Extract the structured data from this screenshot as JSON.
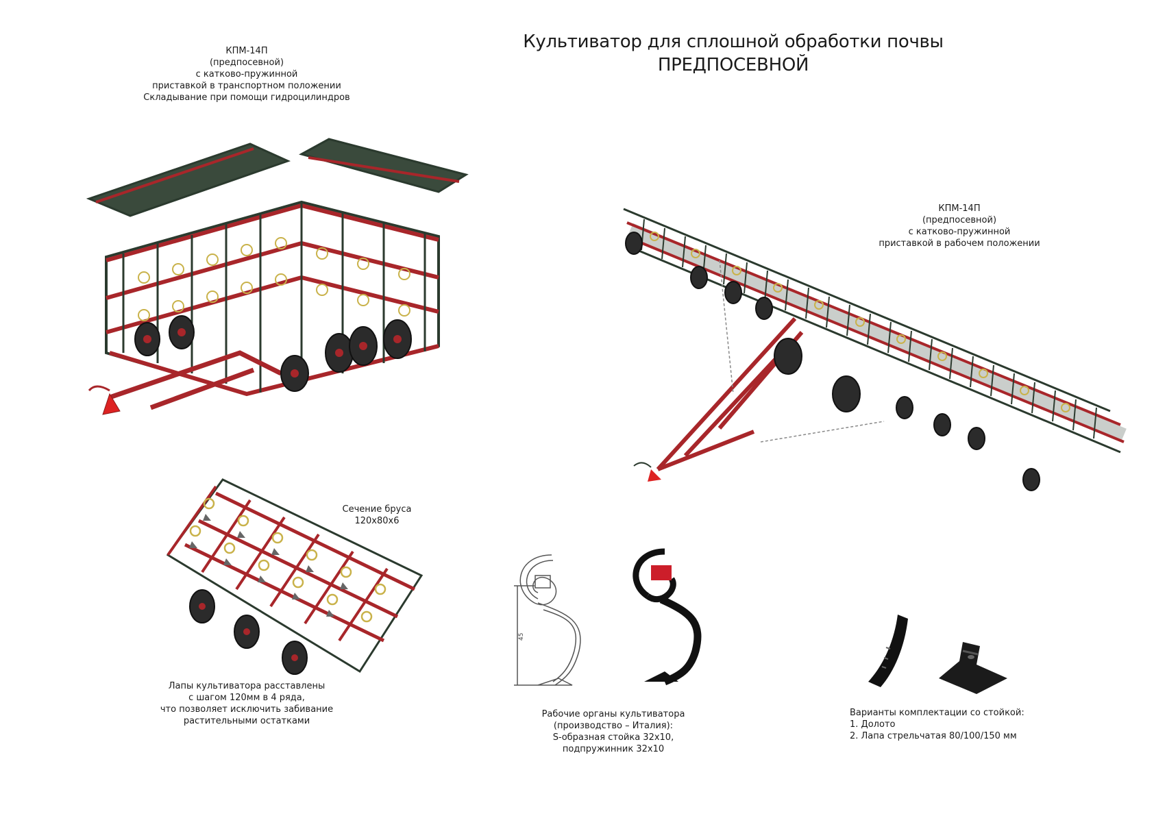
{
  "header": {
    "title_line1": "Культиватор для сплошной обработки почвы",
    "title_line2": "ПРЕДПОСЕВНОЙ"
  },
  "transport_caption": {
    "lines": [
      "КПМ-14П",
      "(предпосевной)",
      "с катково-пружинной",
      "приставкой в транспортном положении",
      "Складывание при помощи гидроцилиндров"
    ]
  },
  "working_caption": {
    "lines": [
      "КПМ-14П",
      "(предпосевной)",
      "с катково-пружинной",
      "приставкой в рабочем положении"
    ]
  },
  "section_caption": {
    "lines": [
      "Сечение бруса",
      "120х80х6"
    ]
  },
  "tines_caption": {
    "lines": [
      "Лапы культиватора расставлены",
      "с шагом 120мм в 4 ряда,",
      "что позволяет исключить забивание",
      "растительными остатками"
    ]
  },
  "working_parts_caption": {
    "lines": [
      "Рабочие органы культиватора",
      "(производство – Италия):",
      "S-образная стойка 32х10,",
      "подпружинник 32х10"
    ]
  },
  "options_caption": {
    "lines": [
      "Варианты комплектации со стойкой:",
      "1. Долото",
      "2. Лапа стрельчатая 80/100/150 мм"
    ]
  },
  "dimension_label": "45",
  "colors": {
    "frame_red": "#a8262a",
    "frame_dark": "#2b3a2e",
    "spring_yellow": "#c9b24a",
    "text": "#1a1a1a"
  }
}
